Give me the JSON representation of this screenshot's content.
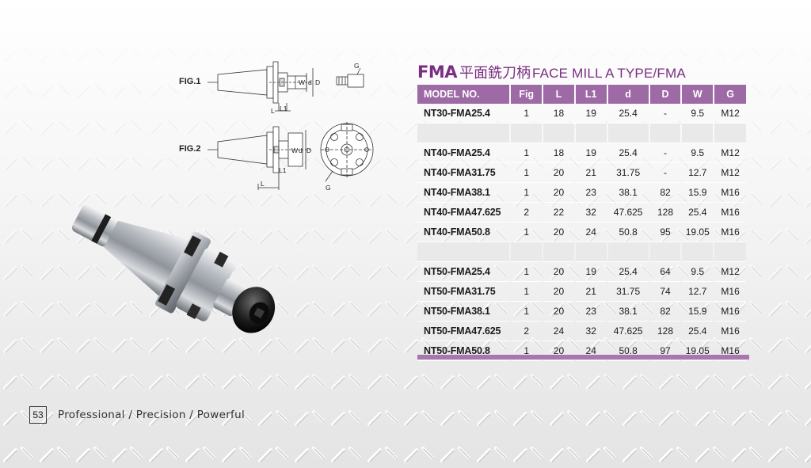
{
  "title": {
    "code": "FMA",
    "chinese": "平面銑刀柄",
    "english": "FACE MILL A TYPE/FMA"
  },
  "figures": {
    "fig1": "FIG.1",
    "fig2": "FIG.2",
    "dims": {
      "W": "W",
      "d": "d",
      "D": "D",
      "L": "L",
      "L1": "L1",
      "G": "G"
    }
  },
  "table": {
    "headers": [
      "MODEL NO.",
      "Fig",
      "L",
      "L1",
      "d",
      "D",
      "W",
      "G"
    ],
    "rows": [
      [
        "NT30-FMA25.4",
        "1",
        "18",
        "19",
        "25.4",
        "-",
        "9.5",
        "M12"
      ],
      [
        "",
        "",
        "",
        "",
        "",
        "",
        "",
        ""
      ],
      [
        "NT40-FMA25.4",
        "1",
        "18",
        "19",
        "25.4",
        "-",
        "9.5",
        "M12"
      ],
      [
        "NT40-FMA31.75",
        "1",
        "20",
        "21",
        "31.75",
        "-",
        "12.7",
        "M12"
      ],
      [
        "NT40-FMA38.1",
        "1",
        "20",
        "23",
        "38.1",
        "82",
        "15.9",
        "M16"
      ],
      [
        "NT40-FMA47.625",
        "2",
        "22",
        "32",
        "47.625",
        "128",
        "25.4",
        "M16"
      ],
      [
        "NT40-FMA50.8",
        "1",
        "20",
        "24",
        "50.8",
        "95",
        "19.05",
        "M16"
      ],
      [
        "",
        "",
        "",
        "",
        "",
        "",
        "",
        ""
      ],
      [
        "NT50-FMA25.4",
        "1",
        "20",
        "19",
        "25.4",
        "64",
        "9.5",
        "M12"
      ],
      [
        "NT50-FMA31.75",
        "1",
        "20",
        "21",
        "31.75",
        "74",
        "12.7",
        "M16"
      ],
      [
        "NT50-FMA38.1",
        "1",
        "20",
        "23",
        "38.1",
        "82",
        "15.9",
        "M16"
      ],
      [
        "NT50-FMA47.625",
        "2",
        "24",
        "32",
        "47.625",
        "128",
        "25.4",
        "M16"
      ],
      [
        "NT50-FMA50.8",
        "1",
        "20",
        "24",
        "50.8",
        "97",
        "19.05",
        "M16"
      ]
    ]
  },
  "footer": {
    "page_number": "53",
    "tagline": "Professional / Precision / Powerful"
  },
  "colors": {
    "accent": "#7a2e83",
    "header_bg": "#9e6aa6",
    "blank_row": "#e9e9e9"
  }
}
